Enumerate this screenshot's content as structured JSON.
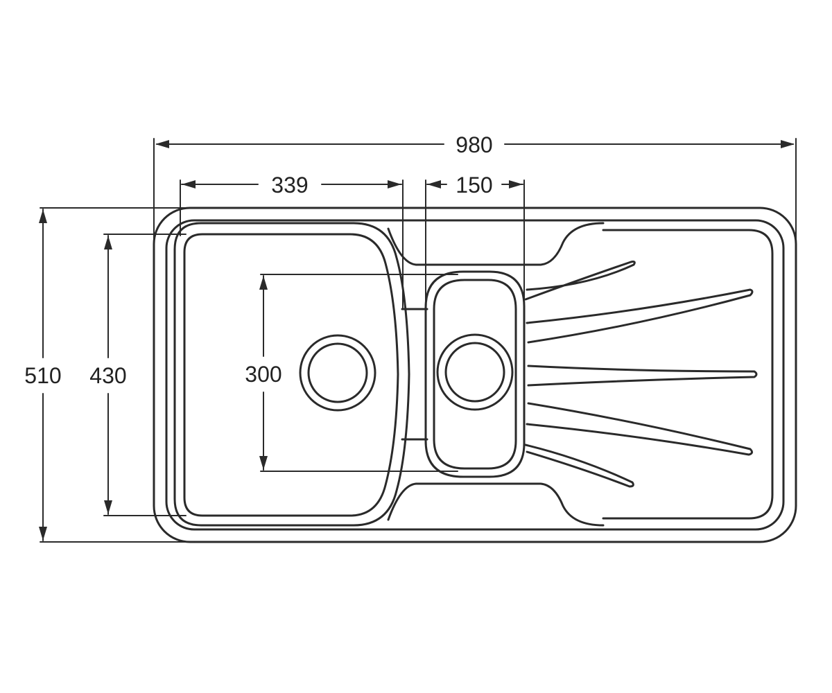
{
  "colors": {
    "stroke": "#2a2a2a",
    "background": "#ffffff"
  },
  "dimensions": {
    "overall_width": "980",
    "left_bowl_width": "339",
    "small_bowl_width": "150",
    "overall_depth": "510",
    "left_bowl_depth": "430",
    "small_bowl_depth": "300"
  }
}
